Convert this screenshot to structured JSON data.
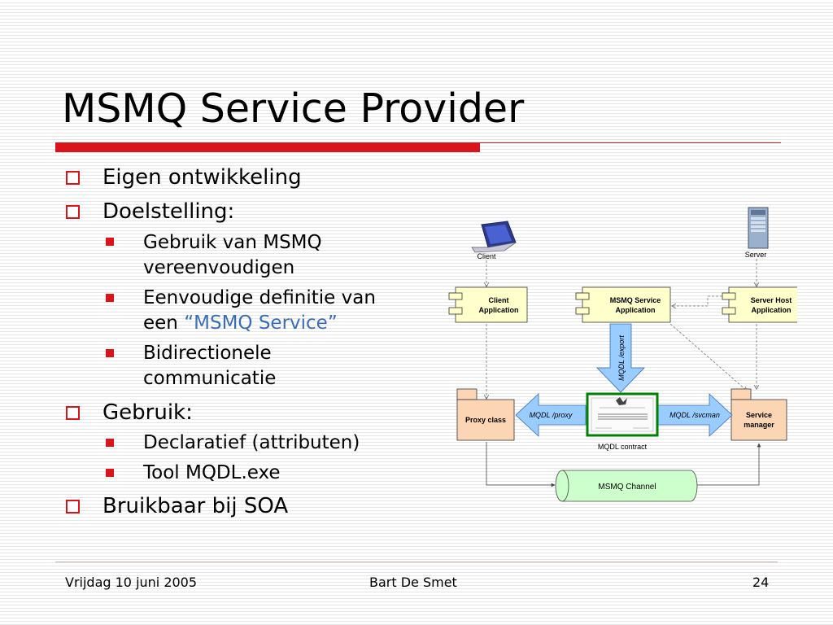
{
  "slide": {
    "title": "MSMQ Service Provider",
    "bullets": {
      "b1": "Eigen ontwikkeling",
      "b2": "Doelstelling:",
      "b2_1_line1": "Gebruik van MSMQ",
      "b2_1_line2": "vereenvoudigen",
      "b2_2_line1": "Eenvoudige definitie van",
      "b2_2_line2_pre": "een ",
      "b2_2_line2_accent": "“MSMQ Service”",
      "b2_3_line1": "Bidirectionele",
      "b2_3_line2": "communicatie",
      "b3": "Gebruik:",
      "b3_1": "Declaratief (attributen)",
      "b3_2": "Tool MQDL.exe",
      "b4": "Bruikbaar bij SOA"
    }
  },
  "diagram": {
    "client_label": "Client",
    "server_label": "Server",
    "client_app_line1": "Client",
    "client_app_line2": "Application",
    "msmq_app_line1": "MSMQ Service",
    "msmq_app_line2": "Application",
    "server_app_line1": "Server Host",
    "server_app_line2": "Application",
    "proxy_class": "Proxy class",
    "service_manager_line1": "Service",
    "service_manager_line2": "manager",
    "mqdl_export": "MQDL /export",
    "mqdl_proxy": "MQDL /proxy",
    "mqdl_svcman": "MQDL /svcman",
    "mqdl_contract": "MQDL contract",
    "msmq_channel": "MSMQ Channel"
  },
  "footer": {
    "date": "Vrijdag 10 juni 2005",
    "author": "Bart De Smet",
    "page": "24"
  },
  "colors": {
    "accent_red": "#d9141b",
    "component_yellow": "#ffffcc",
    "package_orange": "#fcd5b4",
    "arrow_blue": "#99ccff",
    "channel_green": "#ccffcc",
    "contract_green": "#008000",
    "link_blue": "#3a6db8"
  }
}
